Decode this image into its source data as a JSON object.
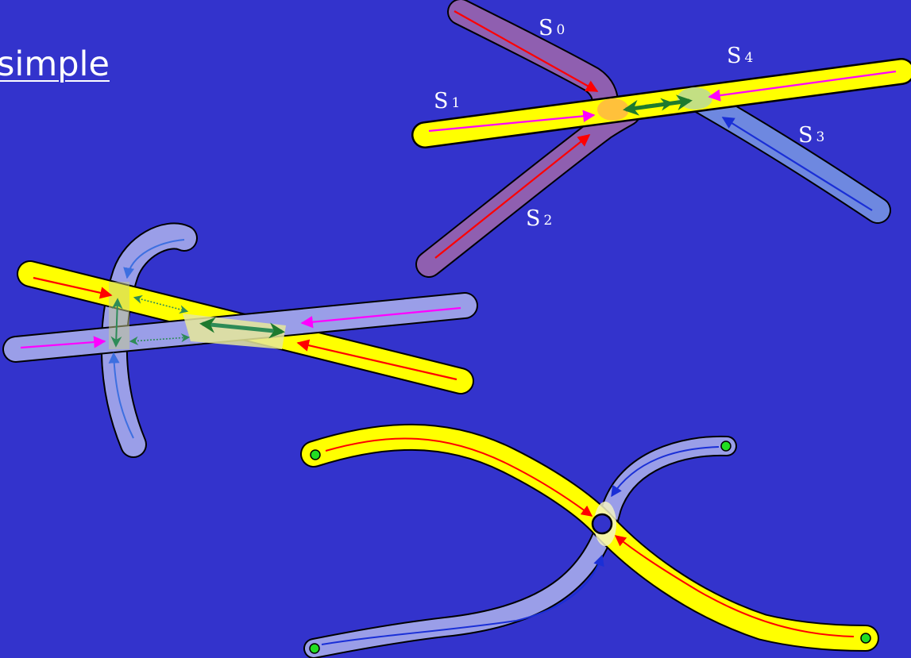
{
  "title": "simple",
  "segment_labels": [
    {
      "main": "S",
      "sub": "0"
    },
    {
      "main": "S",
      "sub": "1"
    },
    {
      "main": "S",
      "sub": "2"
    },
    {
      "main": "S",
      "sub": "3"
    },
    {
      "main": "S",
      "sub": "4"
    }
  ],
  "colors": {
    "background": "#3333cc",
    "yellow_strip": "#ffff00",
    "lavender_strip": "#9a9ee8",
    "violet_strip": "#8f5fb0",
    "steel_strip": "#6e88e0",
    "outline": "#000000",
    "arrow_red": "#ff0000",
    "arrow_magenta": "#ff00ff",
    "arrow_green": "#1e7a2e",
    "arrow_blue": "#1a2fd6",
    "endpoint_green": "#22dd22"
  }
}
